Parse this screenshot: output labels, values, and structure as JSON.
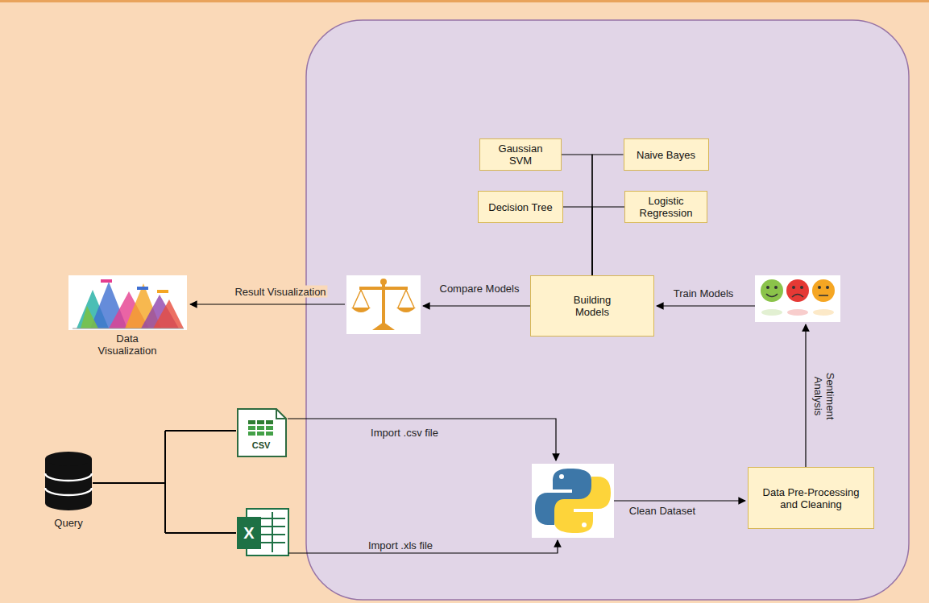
{
  "diagram": {
    "nodes": [
      {
        "text": [
          "Gaussian SVM"
        ]
      },
      {
        "text": [
          "Naive Bayes"
        ]
      },
      {
        "text": [
          "Decision Tree"
        ]
      },
      {
        "text": [
          "Logistic Regression"
        ]
      },
      {
        "text": [
          "Building Models"
        ]
      },
      {
        "text": [
          "Data Pre-Processing and Cleaning"
        ]
      }
    ],
    "edges": [
      {
        "from": 4,
        "to": 0,
        "arrow": "none"
      },
      {
        "from": 4,
        "to": 1,
        "arrow": "none"
      },
      {
        "from": 4,
        "to": 2,
        "arrow": "none"
      },
      {
        "from": 4,
        "to": 3,
        "arrow": "none"
      }
    ],
    "labels": [
      "Data Visualization",
      "Result Visualization",
      "Compare Models",
      "Train Models",
      "Sentiment Analysis",
      "CSV",
      "Import .csv file",
      "Query",
      "X",
      "Import .xls file",
      "Clean Dataset"
    ]
  }
}
